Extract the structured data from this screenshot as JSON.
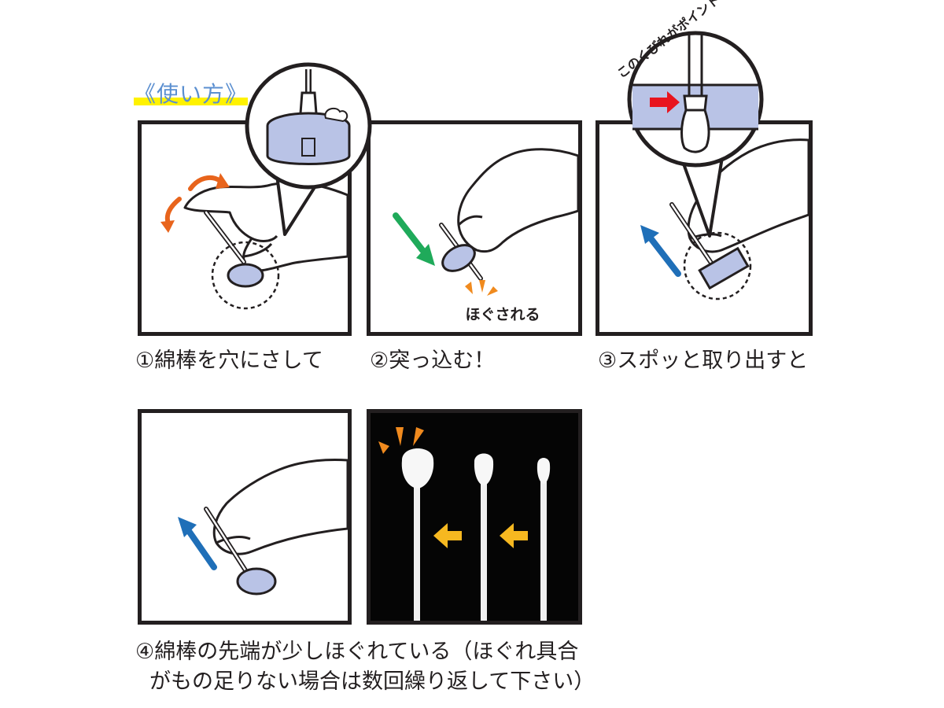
{
  "heading": "《使い方》",
  "steps": [
    {
      "caption": "①綿棒を穴にさして"
    },
    {
      "caption": "②突っ込む！",
      "annotation": "ほぐされる"
    },
    {
      "caption": "③スポッと取り出すと",
      "callout": "このくびれがポイント！"
    },
    {
      "caption_line1": "④綿棒の先端が少しほぐれている（ほぐれ具合",
      "caption_line2": "がもの足りない場合は数回繰り返して下さい）"
    }
  ],
  "colors": {
    "heading_text": "#5b8fd0",
    "highlighter": "#fff200",
    "cap_fill": "#b9c3e6",
    "rotate_arrow": "#e8641c",
    "push_arrow": "#1faa5a",
    "pull_arrow": "#1f6fb8",
    "point_arrow": "#e8141e",
    "burst": "#f08a1e",
    "photo_arrow": "#f6b820",
    "photo_bg": "#050505"
  },
  "icons": [
    "rotate-arrow-icon",
    "push-arrow-icon",
    "pull-arrow-icon",
    "point-arrow-icon",
    "burst-icon",
    "left-arrow-icon"
  ]
}
